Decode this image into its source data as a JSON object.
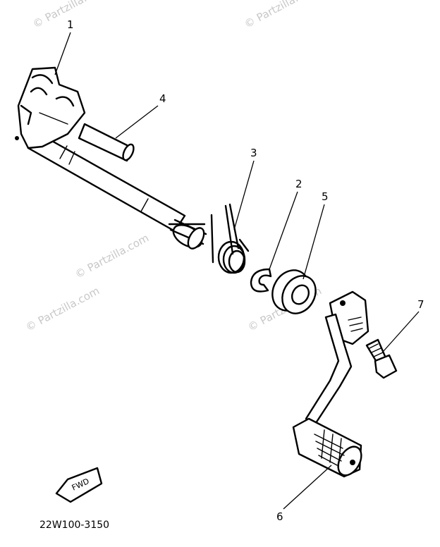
{
  "watermark_text": "© Partzilla.com",
  "diagram_code": "22W100-3150",
  "fwd_badge": "FWD",
  "callouts": [
    "1",
    "2",
    "3",
    "4",
    "5",
    "6",
    "7"
  ],
  "parts": {
    "p1": "shift shaft",
    "p2": "circlip",
    "p3": "torsion spring",
    "p4": "pin",
    "p5": "oil seal",
    "p6": "shift pedal",
    "p7": "bolt"
  }
}
